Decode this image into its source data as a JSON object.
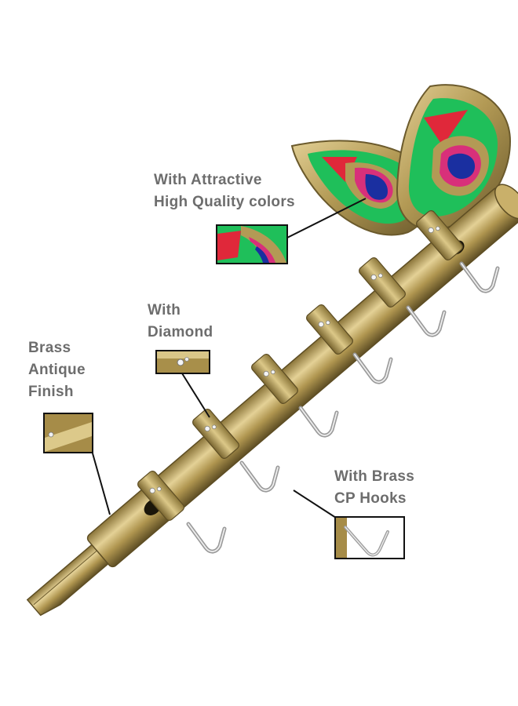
{
  "callouts": {
    "colors": {
      "line1": "With Attractive",
      "line2": "High Quality colors"
    },
    "diamond": {
      "line1": "With",
      "line2": "Diamond"
    },
    "finish": {
      "line1": "Brass",
      "line2": "Antique",
      "line3": "Finish"
    },
    "hooks": {
      "line1": "With Brass",
      "line2": "CP Hooks"
    }
  },
  "colors": {
    "label_text": "#6d6d6d",
    "brass_light": "#c9b06a",
    "brass_dark": "#6b5a2c",
    "peacock_green": "#1fbf5a",
    "peacock_red": "#e0283a",
    "peacock_pink": "#d8307a",
    "peacock_blue": "#1a2fa0",
    "hook_steel": "#b9b9b9"
  }
}
